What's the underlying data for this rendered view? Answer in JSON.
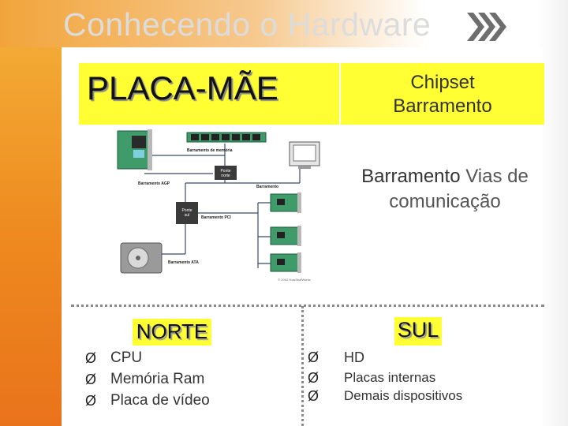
{
  "slide": {
    "title": "Conhecendo o Hardware",
    "chevron_icon": "double-chevron-right-icon"
  },
  "header_box": {
    "label": "PLACA-MÃE",
    "highlight_color": "#ffff33"
  },
  "chipset_box": {
    "line1": "Chipset",
    "line2": "Barramento"
  },
  "barramento_note": {
    "part1": "Barramento ",
    "part2": "Vias de comunicação"
  },
  "diagram": {
    "labels": {
      "memoria": "Barramento de memória",
      "ponte_norte_1": "Ponte",
      "ponte_norte_2": "norte",
      "agp": "Barramento AGP",
      "barramento": "Barramento",
      "ponte_sul_1": "Ponte",
      "ponte_sul_2": "sul",
      "pci": "Barramento PCI",
      "ata": "Barramento ATA",
      "copyright": "© 2002 HowStuffWorks"
    }
  },
  "norte": {
    "label": "NORTE",
    "bullet_glyph": "Ø",
    "items": [
      "CPU",
      "Memória Ram",
      "Placa de vídeo"
    ]
  },
  "sul": {
    "label": "SUL",
    "bullet_glyph": "Ø",
    "items": [
      "HD",
      "Placas internas",
      "Demais dispositivos"
    ]
  }
}
